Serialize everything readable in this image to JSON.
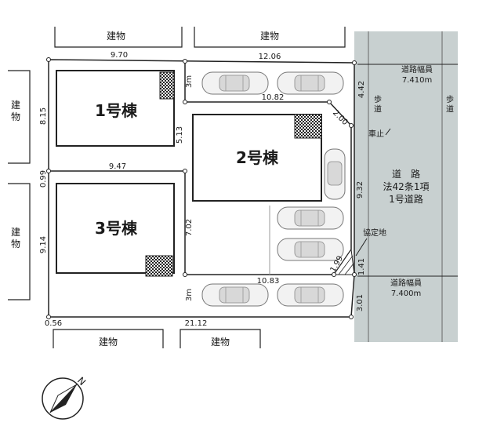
{
  "neighbors": {
    "top_left": "建物",
    "top_right": "建物",
    "left_upper": "建物",
    "left_lower": "建物",
    "bottom_left": "建物",
    "bottom_right": "建物"
  },
  "buildings": {
    "b1": "1号棟",
    "b2": "2号棟",
    "b3": "3号棟"
  },
  "dimensions": {
    "top_left_width": "9.70",
    "top_right_width": "12.06",
    "lot1_depth": "8.15",
    "gap_099": "0.99",
    "lot3_depth": "9.14",
    "mid_width": "9.47",
    "lot2_top": "10.82",
    "lot2_right_diag": "2.00",
    "lot2_left_513": "5.13",
    "lot_702": "7.02",
    "lot_bottom_1083": "10.83",
    "right_442": "4.42",
    "right_932": "9.32",
    "corner_199": "1.99",
    "corner_141": "1.41",
    "bottom_301": "3.01",
    "bottom_056": "0.56",
    "bottom_2112": "21.12",
    "setback_3m_top": "3m",
    "setback_3m_bottom": "3m"
  },
  "road": {
    "width_label_top": "道路幅員",
    "width_value_top": "7.410m",
    "width_label_bottom": "道路幅員",
    "width_value_bottom": "7.400m",
    "sidewalk_left": "歩\n道",
    "sidewalk_right": "歩\n道",
    "stop_label": "車止",
    "road_line1": "道　路",
    "road_line2": "法42条1項",
    "road_line3": "1号道路",
    "agreement_land": "協定地"
  },
  "compass_letter": "N",
  "colors": {
    "road": "#c8d0d0",
    "line": "#222222",
    "building_fill": "#ffffff"
  }
}
